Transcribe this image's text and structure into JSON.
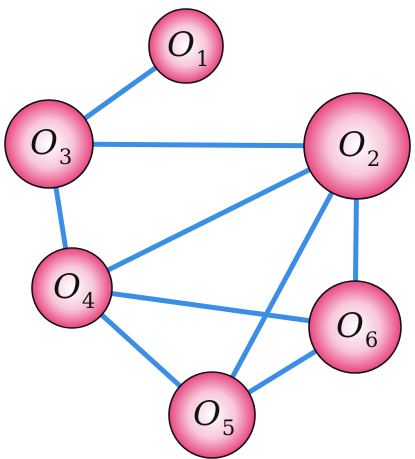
{
  "diagram": {
    "nodes": [
      {
        "id": "O1",
        "letter": "O",
        "subscript": "1"
      },
      {
        "id": "O2",
        "letter": "O",
        "subscript": "2"
      },
      {
        "id": "O3",
        "letter": "O",
        "subscript": "3"
      },
      {
        "id": "O4",
        "letter": "O",
        "subscript": "4"
      },
      {
        "id": "O5",
        "letter": "O",
        "subscript": "5"
      },
      {
        "id": "O6",
        "letter": "O",
        "subscript": "6"
      }
    ],
    "edges": [
      {
        "from": "O1",
        "to": "O3"
      },
      {
        "from": "O3",
        "to": "O2"
      },
      {
        "from": "O3",
        "to": "O4"
      },
      {
        "from": "O4",
        "to": "O2"
      },
      {
        "from": "O4",
        "to": "O6"
      },
      {
        "from": "O4",
        "to": "O5"
      },
      {
        "from": "O2",
        "to": "O5"
      },
      {
        "from": "O2",
        "to": "O6"
      },
      {
        "from": "O5",
        "to": "O6"
      }
    ],
    "colors": {
      "edge": "#3b8ee6",
      "node_fill_center": "#ffffff",
      "node_fill_mid": "#f7c6da",
      "node_fill_edge": "#e8457f",
      "node_outline": "#111111"
    }
  }
}
